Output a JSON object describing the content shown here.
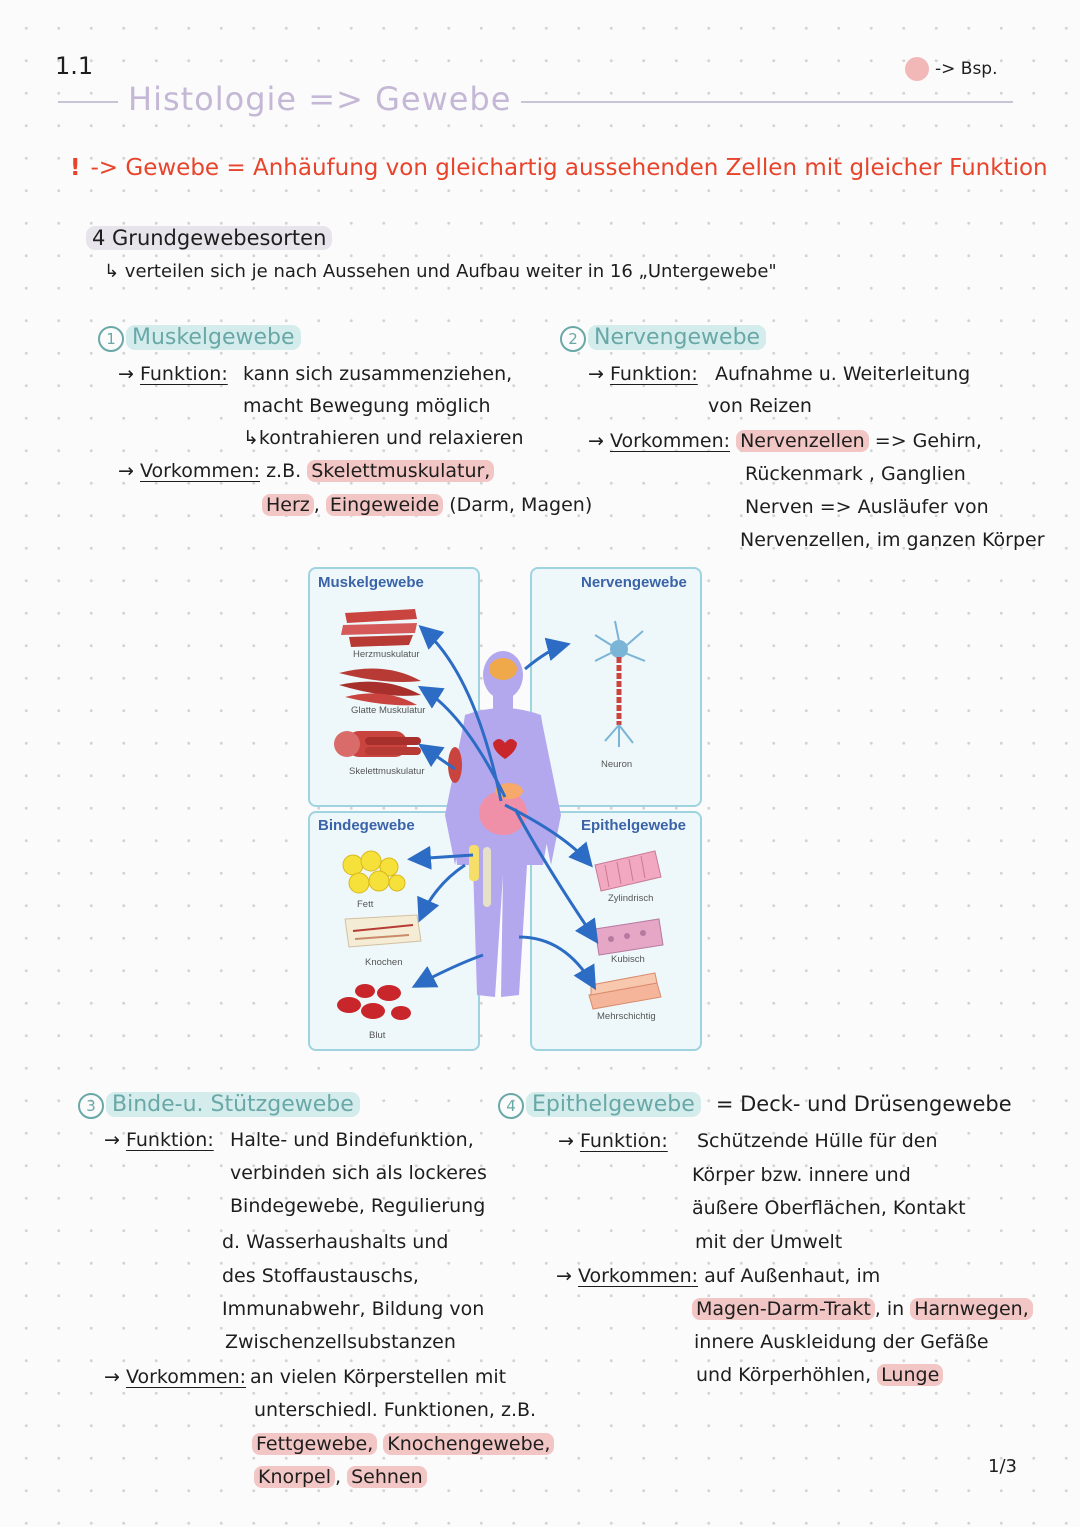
{
  "header": {
    "page_number": "1.1",
    "title": "Histologie => Gewebe",
    "legend_text": "-> Bsp.",
    "legend_color": "#f2b8b8"
  },
  "definition": {
    "marker": "!",
    "text": "-> Gewebe = Anhäufung von gleichartig aussehenden Zellen mit gleicher Funktion",
    "color": "#e8432b"
  },
  "intro": {
    "heading": "4 Grundgewebesorten",
    "subline": "↳ verteilen sich je nach Aussehen und Aufbau weiter in 16 „Untergewebe\""
  },
  "sections": {
    "muscle": {
      "number": "1",
      "title": "Muskelgewebe",
      "function_label": "Funktion:",
      "function_lines": [
        "kann sich zusammenziehen,",
        "macht Bewegung möglich",
        "↳kontrahieren und relaxieren"
      ],
      "occurrence_label": "Vorkommen:",
      "occ_prefix": "z.B.",
      "occ_ex1": "Skelettmuskulatur,",
      "occ_ex2": "Herz",
      "occ_sep": ",",
      "occ_ex3": "Eingeweide",
      "occ_rest": "(Darm, Magen)"
    },
    "nerve": {
      "number": "2",
      "title": "Nervengewebe",
      "function_label": "Funktion:",
      "function_lines": [
        "Aufnahme u. Weiterleitung",
        "von Reizen"
      ],
      "occurrence_label": "Vorkommen:",
      "occ_ex1": "Nervenzellen",
      "occ_rest1": "=> Gehirn,",
      "occ_lines": [
        "Rückenmark , Ganglien",
        "Nerven => Ausläufer von",
        "Nervenzellen, im ganzen Körper"
      ]
    },
    "connective": {
      "number": "3",
      "title": "Binde-u. Stützgewebe",
      "function_label": "Funktion:",
      "function_lines": [
        "Halte- und Bindefunktion,",
        "verbinden sich als lockeres",
        "Bindegewebe, Regulierung",
        "d. Wasserhaushalts und",
        "des Stoffaustauschs,",
        "Immunabwehr, Bildung von",
        "Zwischenzellsubstanzen"
      ],
      "occurrence_label": "Vorkommen:",
      "occ_lines": [
        "an vielen Körperstellen mit",
        "unterschiedl. Funktionen, z.B."
      ],
      "occ_ex1": "Fettgewebe,",
      "occ_ex2": "Knochengewebe,",
      "occ_ex3": "Knorpel",
      "occ_sep": ",",
      "occ_ex4": "Sehnen"
    },
    "epithelial": {
      "number": "4",
      "title": "Epithelgewebe",
      "equals": "= Deck- und Drüsengewebe",
      "function_label": "Funktion:",
      "function_lines": [
        "Schützende Hülle für den",
        "Körper bzw. innere und",
        "äußere Oberflächen, Kontakt",
        "mit der Umwelt"
      ],
      "occurrence_label": "Vorkommen:",
      "occ_line1": "auf Außenhaut, im",
      "occ_ex1": "Magen-Darm-Trakt",
      "occ_mid": ", in",
      "occ_ex2": "Harnwegen,",
      "occ_line3": "innere Auskleidung der Gefäße",
      "occ_line4": "und Körperhöhlen,",
      "occ_ex3": "Lunge"
    }
  },
  "figure": {
    "panels": {
      "muscle": {
        "title": "Muskelgewebe",
        "items": [
          "Herzmuskulatur",
          "Glatte Muskulatur",
          "Skelettmuskulatur"
        ]
      },
      "nerve": {
        "title": "Nervengewebe",
        "items": [
          "Neuron"
        ]
      },
      "connective": {
        "title": "Bindegewebe",
        "items": [
          "Fett",
          "Knochen",
          "Blut"
        ]
      },
      "epithelial": {
        "title": "Epithelgewebe",
        "items": [
          "Zylindrisch",
          "Kubisch",
          "Mehrschichtig"
        ]
      }
    }
  },
  "footer": {
    "page_fraction": "1/3"
  }
}
